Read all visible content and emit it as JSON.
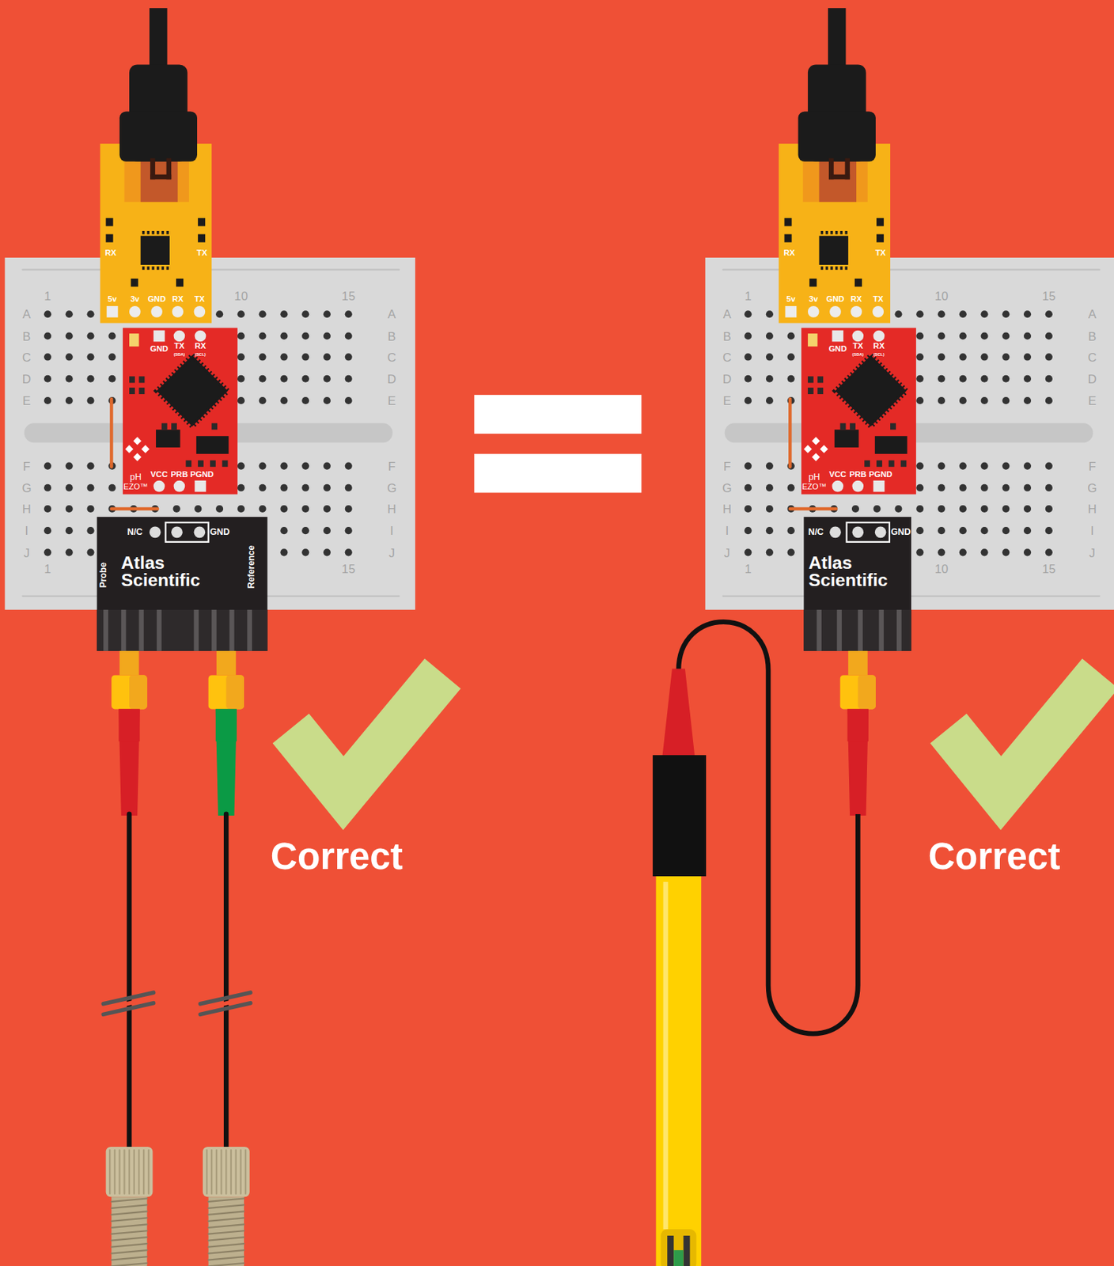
{
  "diagram": {
    "nodes": [
      {
        "text": [
          "RX",
          "TX",
          "5v",
          "3v",
          "GND",
          "RX",
          "TX"
        ]
      },
      {
        "text": [
          "GND",
          "TX",
          "(SDA)",
          "RX",
          "(SCL)",
          "pH",
          "EZO™",
          "VCC",
          "PRB",
          "PGND"
        ]
      },
      {
        "text": [
          "N/C",
          "GND",
          "Atlas Scientific",
          "Probe",
          "Reference"
        ]
      },
      {
        "text": [
          "RX",
          "TX",
          "5v",
          "3v",
          "GND",
          "RX",
          "TX"
        ]
      },
      {
        "text": [
          "GND",
          "TX",
          "(SDA)",
          "RX",
          "(SCL)",
          "pH",
          "EZO™",
          "VCC",
          "PRB",
          "PGND"
        ]
      },
      {
        "text": [
          "N/C",
          "GND",
          "Atlas Scientific"
        ]
      }
    ],
    "labels": [
      "1",
      "10",
      "15",
      "A",
      "A",
      "B",
      "B",
      "C",
      "C",
      "D",
      "D",
      "E",
      "E",
      "F",
      "F",
      "G",
      "G",
      "H",
      "H",
      "I",
      "I",
      "J",
      "J",
      "1",
      "15",
      "1",
      "10",
      "15",
      "A",
      "A",
      "B",
      "B",
      "C",
      "C",
      "D",
      "D",
      "E",
      "E",
      "F",
      "F",
      "G",
      "G",
      "H",
      "H",
      "I",
      "I",
      "J",
      "J",
      "1",
      "10",
      "15",
      "Correct",
      "Correct"
    ]
  }
}
